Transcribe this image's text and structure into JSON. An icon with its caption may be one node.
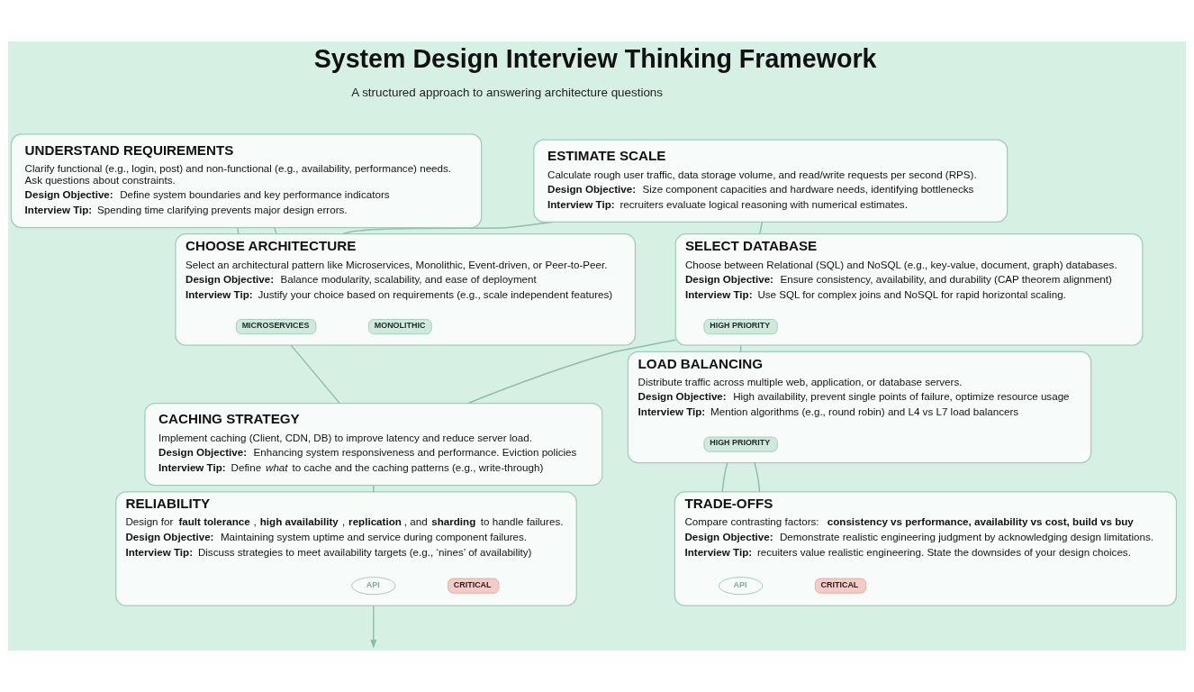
{
  "diagram": {
    "title": "System Design Interview Thinking Framework",
    "nodes": [
      {
        "text": [
          "UNDERSTAND REQUIREMENTS",
          "Clarify functional (e.g., login, post) and non-functional (e.g., availability, performance) needs. Ask questions about constraints.",
          "**Design Objective:** Define system boundaries and key performance indicators",
          "**Interview Tip:** Spending time clarifying prevents major design errors."
        ]
      },
      {
        "text": [
          "ESTIMATE SCALE",
          "Calculate rough user traffic, data storage volume, and read/write requests per second (RPS).",
          "**Design Objective:** Size component capacities and hardware needs, identifying bottlenecks",
          "**Interview Tip:** recruiters evaluate logical reasoning with numerical estimates."
        ]
      },
      {
        "text": [
          "CHOOSE ARCHITECTURE",
          "Select an architectural pattern like Microservices, Monolithic, Event-driven, or Peer-to-Peer.",
          "**Design Objective:** Balance modularity, scalability, and ease of deployment",
          "**Interview Tip:** Justify your choice based on requirements (e.g., scale independent features)"
        ]
      },
      {
        "text": [
          "MICROSERVICES"
        ],
        "in": 2
      },
      {
        "text": [
          "MONOLITHIC"
        ],
        "in": 2
      },
      {
        "text": [
          "SELECT DATABASE",
          "Choose between Relational (SQL) and NoSQL (e.g., key-value, document, graph) databases.",
          "**Design Objective:** Ensure consistency, availability, and durability (CAP theorem alignment)",
          "**Interview Tip:** Use SQL for complex joins and NoSQL for rapid horizontal scaling."
        ]
      },
      {
        "text": [
          "HIGH PRIORITY"
        ],
        "in": 5
      },
      {
        "text": [
          "CACHING STRATEGY",
          "Implement caching (Client, CDN, DB) to improve latency and reduce server load.",
          "**Design Objective:** Enhancing system responsiveness and performance. Eviction policies",
          "**Interview Tip:** Define *what* to cache and the caching patterns (e.g., write-through)"
        ]
      },
      {
        "text": [
          "LOAD BALANCING",
          "Distribute traffic across multiple web, application, or database servers.",
          "**Design Objective:** High availability, prevent single points of failure, optimize resource usage",
          "**Interview Tip:** Mention algorithms (e.g., round robin) and L4 vs L7 load balancers"
        ]
      },
      {
        "text": [
          "HIGH PRIORITY"
        ],
        "in": 8
      },
      {
        "text": [
          "RELIABILITY",
          "Design for **fault tolerance**, **high availability**, **replication**, and **sharding** to handle failures.",
          "**Design Objective:** Maintaining system uptime and service during component failures.",
          "**Interview Tip:** Discuss strategies to meet availability targets (e.g., ‘nines’ of availability)"
        ]
      },
      {
        "text": [
          "API"
        ],
        "in": 10
      },
      {
        "text": [
          "CRITICAL"
        ],
        "in": 10
      },
      {
        "text": [
          "TRADE-OFFS",
          "Compare contrasting factors: **consistency vs performance, availability vs cost, build vs buy**",
          "**Design Objective:** Demonstrate realistic engineering judgment by acknowledging design limitations.",
          "**Interview Tip:** recuiters value realistic engineering. State the downsides of your design choices."
        ]
      },
      {
        "text": [
          "API"
        ],
        "in": 13
      },
      {
        "text": [
          "CRITICAL"
        ],
        "in": 13
      }
    ],
    "edges": [
      {
        "from": 0,
        "to": 2,
        "arrow": "none"
      },
      {
        "from": 1,
        "to": 2,
        "arrow": "none"
      },
      {
        "from": 0,
        "to": 2,
        "arrow": "none"
      },
      {
        "from": 1,
        "to": 5,
        "arrow": "none"
      },
      {
        "from": 2,
        "to": 7,
        "arrow": "none"
      },
      {
        "from": 5,
        "to": 7,
        "arrow": "none"
      },
      {
        "from": 5,
        "to": 8,
        "arrow": "none"
      },
      {
        "from": 7,
        "to": 10,
        "arrow": "none"
      },
      {
        "from": 8,
        "to": 13,
        "arrow": "none"
      },
      {
        "from": 8,
        "to": 13,
        "arrow": "none"
      },
      {
        "from": 10,
        "to": null,
        "arrow": "to"
      }
    ],
    "labels": [
      "A structured approach to answering architecture questions"
    ]
  }
}
